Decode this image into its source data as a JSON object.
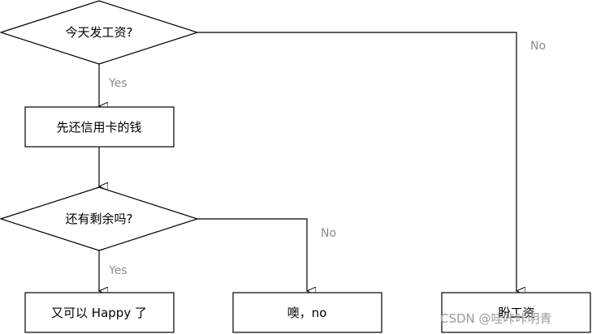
{
  "diagram": {
    "nodes": {
      "payday": "今天发工资?",
      "repay": "先还信用卡的钱",
      "remaining": "还有剩余吗?",
      "happy": "又可以 Happy 了",
      "oh_no": "噢，no",
      "bottom_right": "盼工资"
    },
    "edges": {
      "payday_no": "No",
      "payday_yes": "Yes",
      "remaining_yes": "Yes",
      "remaining_no": "No"
    }
  },
  "watermark": "CSDN @哇咔咔明青",
  "colors": {
    "stroke": "#000000",
    "edge_label": "#8c8c8c",
    "watermark": "#9a9a9a"
  }
}
